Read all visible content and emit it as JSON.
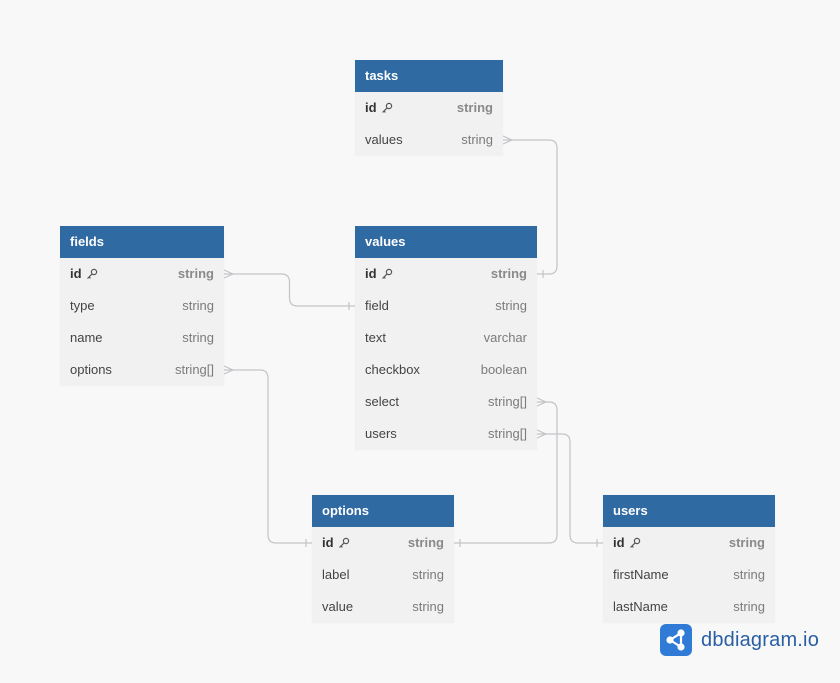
{
  "tables": [
    {
      "id": "tasks",
      "name": "tasks",
      "fields": [
        {
          "name": "id",
          "type": "string",
          "pk": true
        },
        {
          "name": "values",
          "type": "string",
          "pk": false
        }
      ]
    },
    {
      "id": "fields",
      "name": "fields",
      "fields": [
        {
          "name": "id",
          "type": "string",
          "pk": true
        },
        {
          "name": "type",
          "type": "string",
          "pk": false
        },
        {
          "name": "name",
          "type": "string",
          "pk": false
        },
        {
          "name": "options",
          "type": "string[]",
          "pk": false
        }
      ]
    },
    {
      "id": "values",
      "name": "values",
      "fields": [
        {
          "name": "id",
          "type": "string",
          "pk": true
        },
        {
          "name": "field",
          "type": "string",
          "pk": false
        },
        {
          "name": "text",
          "type": "varchar",
          "pk": false
        },
        {
          "name": "checkbox",
          "type": "boolean",
          "pk": false
        },
        {
          "name": "select",
          "type": "string[]",
          "pk": false
        },
        {
          "name": "users",
          "type": "string[]",
          "pk": false
        }
      ]
    },
    {
      "id": "options",
      "name": "options",
      "fields": [
        {
          "name": "id",
          "type": "string",
          "pk": true
        },
        {
          "name": "label",
          "type": "string",
          "pk": false
        },
        {
          "name": "value",
          "type": "string",
          "pk": false
        }
      ]
    },
    {
      "id": "users",
      "name": "users",
      "fields": [
        {
          "name": "id",
          "type": "string",
          "pk": true
        },
        {
          "name": "firstName",
          "type": "string",
          "pk": false
        },
        {
          "name": "lastName",
          "type": "string",
          "pk": false
        }
      ]
    }
  ],
  "relationships": [
    {
      "from": "tasks.values",
      "to": "values.id"
    },
    {
      "from": "fields.id",
      "to": "values.field"
    },
    {
      "from": "fields.options",
      "to": "options.id"
    },
    {
      "from": "values.select",
      "to": "options.id"
    },
    {
      "from": "values.users",
      "to": "users.id"
    }
  ],
  "brand": {
    "text": "dbdiagram.io",
    "color": "#2a5ea3"
  },
  "colors": {
    "header": "#2f6aa2",
    "table_body": "#f1f1f2",
    "background": "#f8f8f9",
    "edge": "#c4c4c8"
  },
  "icons": {
    "primary_key": "key-icon",
    "brand_logo": "share-nodes-icon"
  }
}
